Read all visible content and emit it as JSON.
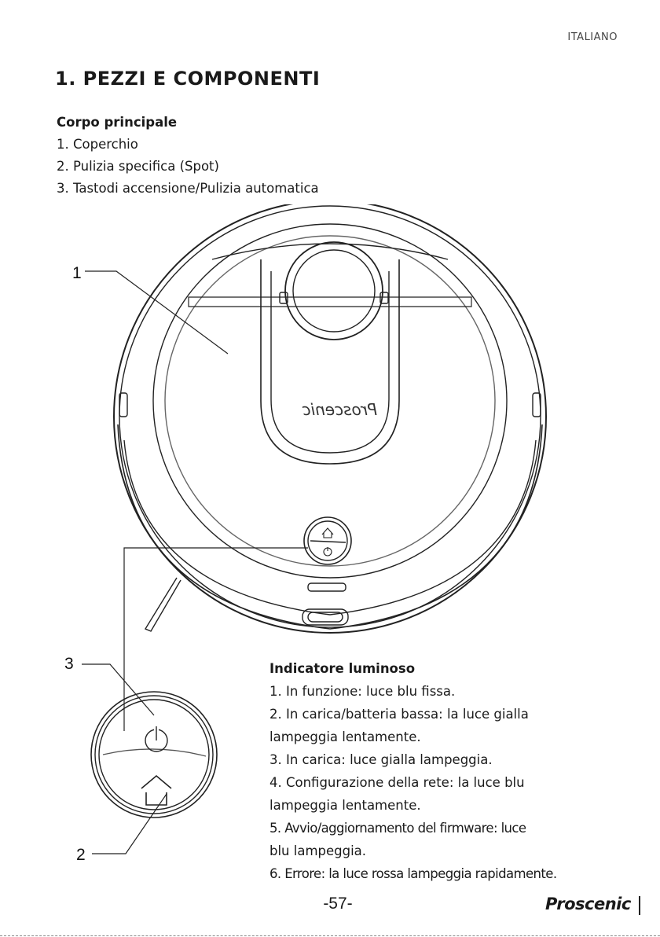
{
  "header": {
    "language": "ITALIANO"
  },
  "title": "1. PEZZI E COMPONENTI",
  "main_body": {
    "heading": "Corpo principale",
    "items": [
      "1. Coperchio",
      "2. Pulizia specifica (Spot)",
      "3. Tastodi accensione/Pulizia automatica"
    ]
  },
  "callouts": {
    "c1": "1",
    "c2": "2",
    "c3": "3"
  },
  "device": {
    "logo_text": "Proscenic"
  },
  "indicator": {
    "heading": "Indicatore luminoso",
    "lines": [
      "1. In funzione: luce blu fissa.",
      "2. In carica/batteria bassa: la luce gialla",
      "lampeggia lentamente.",
      "3. In carica: luce gialla lampeggia.",
      "4. Configurazione della rete: la luce blu",
      "lampeggia lentamente.",
      "5. Avvio/aggiornamento del firmware: luce",
      "blu lampeggia.",
      "6. Errore: la luce rossa lampeggia rapidamente."
    ]
  },
  "footer": {
    "page_number": "-57-",
    "brand": "Proscenic"
  }
}
